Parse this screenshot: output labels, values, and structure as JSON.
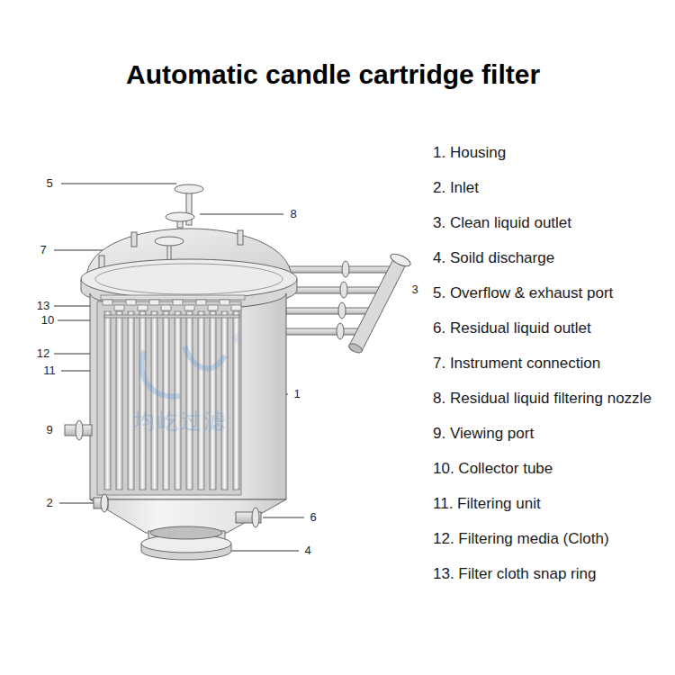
{
  "diagram": {
    "title": "Automatic candle cartridge filter",
    "labels": [
      "1. Housing",
      "2. Inlet",
      "3. Clean liquid outlet",
      "4. Soild discharge",
      "5. Overflow & exhaust port",
      "6. Residual liquid outlet",
      "7. Instrument connection",
      "8. Residual liquid filtering nozzle",
      "9. Viewing port",
      "10. Collector tube",
      "11. Filtering unit",
      "12. Filtering media (Cloth)",
      "13. Filter cloth snap ring",
      "5",
      "8",
      "7",
      "13",
      "10",
      "12",
      "11",
      "9",
      "2",
      "6",
      "4",
      "3",
      "1",
      "均屹过滤",
      "®"
    ]
  }
}
